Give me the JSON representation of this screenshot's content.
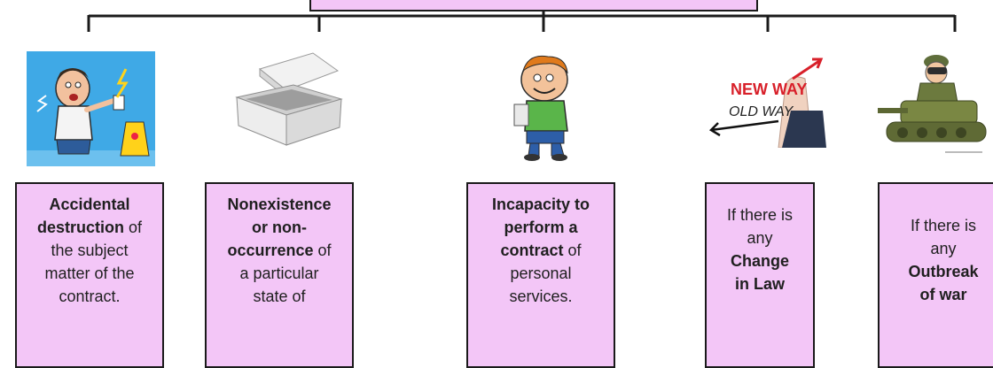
{
  "header": {
    "label": ""
  },
  "items": [
    {
      "picture": "electric-shock-cartoon",
      "lines": [
        [
          {
            "t": "Accidental",
            "b": true
          }
        ],
        [
          {
            "t": "destruction",
            "b": true
          },
          {
            "t": " of",
            "b": false
          }
        ],
        [
          {
            "t": "the subject",
            "b": false
          }
        ],
        [
          {
            "t": "matter of the",
            "b": false
          }
        ],
        [
          {
            "t": "contract.",
            "b": false
          }
        ]
      ]
    },
    {
      "picture": "empty-box",
      "lines": [
        [
          {
            "t": "Nonexistence",
            "b": true
          }
        ],
        [
          {
            "t": "or non-",
            "b": true
          }
        ],
        [
          {
            "t": "occurrence",
            "b": true
          },
          {
            "t": " of",
            "b": false
          }
        ],
        [
          {
            "t": "a particular",
            "b": false
          }
        ],
        [
          {
            "t": "state of",
            "b": false
          }
        ]
      ]
    },
    {
      "picture": "child-cartoon",
      "lines": [
        [
          {
            "t": "Incapacity to",
            "b": true
          }
        ],
        [
          {
            "t": "perform a",
            "b": true
          }
        ],
        [
          {
            "t": "contract",
            "b": true
          },
          {
            "t": " of",
            "b": false
          }
        ],
        [
          {
            "t": "personal",
            "b": false
          }
        ],
        [
          {
            "t": "services.",
            "b": false
          }
        ]
      ]
    },
    {
      "picture": "new-way-old-way",
      "sign_new": "NEW WAY",
      "sign_old": "OLD WAY",
      "lines": [
        [
          {
            "t": "If there is",
            "b": false
          }
        ],
        [
          {
            "t": "any",
            "b": false
          }
        ],
        [
          {
            "t": "Change",
            "b": true
          }
        ],
        [
          {
            "t": "in Law",
            "b": true
          }
        ]
      ]
    },
    {
      "picture": "soldier-on-tank",
      "lines": [
        [
          {
            "t": "If there is",
            "b": false
          }
        ],
        [
          {
            "t": "any",
            "b": false
          }
        ],
        [
          {
            "t": "Outbreak",
            "b": true
          }
        ],
        [
          {
            "t": "of war",
            "b": true
          }
        ]
      ]
    }
  ],
  "colors": {
    "card_fill": "#f3c6f7",
    "line": "#1a1a1a",
    "card_border": "#1a1a1a"
  }
}
